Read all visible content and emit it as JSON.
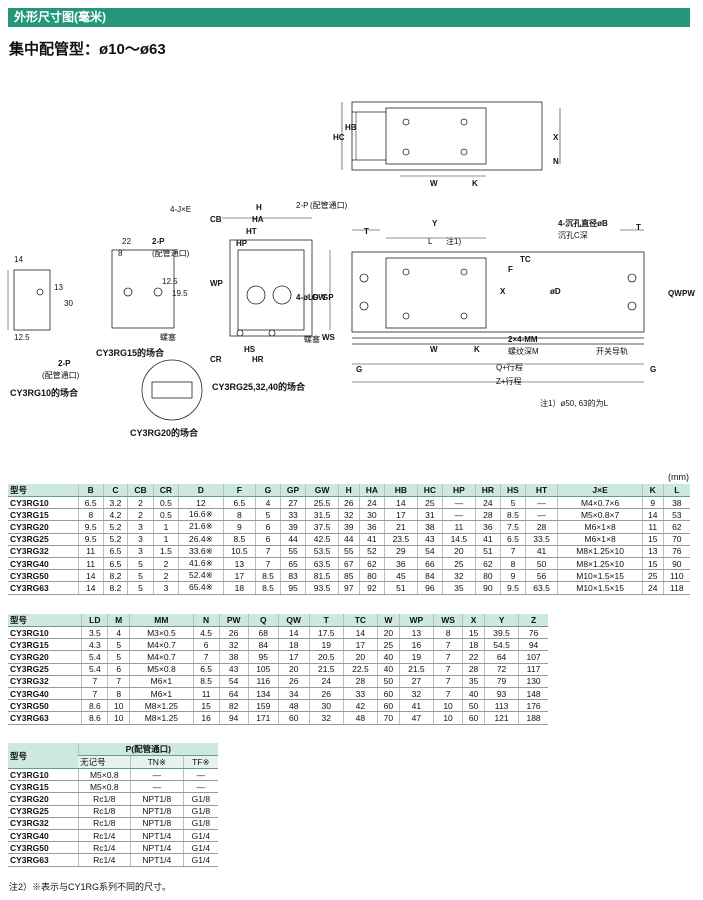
{
  "header": {
    "section_title": "外形尺寸图(毫米)",
    "subtitle": "集中配管型：ø10～ø63"
  },
  "drawing": {
    "labels": {
      "hc": "HC",
      "hb": "HB",
      "x": "X",
      "n": "N",
      "w": "W",
      "k": "K",
      "four_jxe": "4-J×E",
      "h": "H",
      "cb": "CB",
      "ha": "HA",
      "ht": "HT",
      "hp": "HP",
      "two_p": "2-P",
      "piping_port": "(配管通口)",
      "wp": "WP",
      "gw": "GW",
      "gp": "GP",
      "four_old": "4-øLD",
      "ws": "WS",
      "hs": "HS",
      "cr": "CR",
      "hr": "HR",
      "plug": "螺塞",
      "t": "T",
      "y": "Y",
      "l_note": "L",
      "note1_ref": "注1)",
      "tc": "TC",
      "f": "F",
      "od": "øD",
      "qw": "QW",
      "pw": "PW",
      "g": "G",
      "four_ob": "4-沉孔直径øB",
      "counterbore_c": "沉孔C深",
      "two_mm": "2×4-MM",
      "thread_m": "螺纹深M",
      "guide_rail": "开关导轨",
      "q_stroke": "Q+行程",
      "z_stroke": "Z+行程",
      "d14": "14",
      "d13": "13",
      "d30": "30",
      "d12_5": "12.5",
      "d22": "22",
      "d8": "8",
      "d12_5b": "12.5",
      "d19_5": "19.5"
    },
    "captions": {
      "cy3rg10": "CY3RG10的场合",
      "cy3rg15": "CY3RG15的场合",
      "cy3rg20": "CY3RG20的场合",
      "cy3rg25": "CY3RG25,32,40的场合"
    },
    "note1": "注1）ø50, 63的为L"
  },
  "unit": "(mm)",
  "table1": {
    "headers": [
      "型号",
      "B",
      "C",
      "CB",
      "CR",
      "D",
      "F",
      "G",
      "GP",
      "GW",
      "H",
      "HA",
      "HB",
      "HC",
      "HP",
      "HR",
      "HS",
      "HT",
      "J×E",
      "K",
      "L"
    ],
    "rows": [
      [
        "CY3RG10",
        "6.5",
        "3.2",
        "2",
        "0.5",
        "12",
        "6.5",
        "4",
        "27",
        "25.5",
        "26",
        "24",
        "14",
        "25",
        "—",
        "24",
        "5",
        "—",
        "M4×0.7×6",
        "9",
        "38"
      ],
      [
        "CY3RG15",
        "8",
        "4.2",
        "2",
        "0.5",
        "16.6※",
        "8",
        "5",
        "33",
        "31.5",
        "32",
        "30",
        "17",
        "31",
        "—",
        "28",
        "8.5",
        "—",
        "M5×0.8×7",
        "14",
        "53"
      ],
      [
        "CY3RG20",
        "9.5",
        "5.2",
        "3",
        "1",
        "21.6※",
        "9",
        "6",
        "39",
        "37.5",
        "39",
        "36",
        "21",
        "38",
        "11",
        "36",
        "7.5",
        "28",
        "M6×1×8",
        "11",
        "62"
      ],
      [
        "CY3RG25",
        "9.5",
        "5.2",
        "3",
        "1",
        "26.4※",
        "8.5",
        "6",
        "44",
        "42.5",
        "44",
        "41",
        "23.5",
        "43",
        "14.5",
        "41",
        "6.5",
        "33.5",
        "M6×1×8",
        "15",
        "70"
      ],
      [
        "CY3RG32",
        "11",
        "6.5",
        "3",
        "1.5",
        "33.6※",
        "10.5",
        "7",
        "55",
        "53.5",
        "55",
        "52",
        "29",
        "54",
        "20",
        "51",
        "7",
        "41",
        "M8×1.25×10",
        "13",
        "76"
      ],
      [
        "CY3RG40",
        "11",
        "6.5",
        "5",
        "2",
        "41.6※",
        "13",
        "7",
        "65",
        "63.5",
        "67",
        "62",
        "36",
        "66",
        "25",
        "62",
        "8",
        "50",
        "M8×1.25×10",
        "15",
        "90"
      ],
      [
        "CY3RG50",
        "14",
        "8.2",
        "5",
        "2",
        "52.4※",
        "17",
        "8.5",
        "83",
        "81.5",
        "85",
        "80",
        "45",
        "84",
        "32",
        "80",
        "9",
        "56",
        "M10×1.5×15",
        "25",
        "110"
      ],
      [
        "CY3RG63",
        "14",
        "8.2",
        "5",
        "3",
        "65.4※",
        "18",
        "8.5",
        "95",
        "93.5",
        "97",
        "92",
        "51",
        "96",
        "35",
        "90",
        "9.5",
        "63.5",
        "M10×1.5×15",
        "24",
        "118"
      ]
    ]
  },
  "table2": {
    "headers": [
      "型号",
      "LD",
      "M",
      "MM",
      "N",
      "PW",
      "Q",
      "QW",
      "T",
      "TC",
      "W",
      "WP",
      "WS",
      "X",
      "Y",
      "Z"
    ],
    "rows": [
      [
        "CY3RG10",
        "3.5",
        "4",
        "M3×0.5",
        "4.5",
        "26",
        "68",
        "14",
        "17.5",
        "14",
        "20",
        "13",
        "8",
        "15",
        "39.5",
        "76"
      ],
      [
        "CY3RG15",
        "4.3",
        "5",
        "M4×0.7",
        "6",
        "32",
        "84",
        "18",
        "19",
        "17",
        "25",
        "16",
        "7",
        "18",
        "54.5",
        "94"
      ],
      [
        "CY3RG20",
        "5.4",
        "5",
        "M4×0.7",
        "7",
        "38",
        "95",
        "17",
        "20.5",
        "20",
        "40",
        "19",
        "7",
        "22",
        "64",
        "107"
      ],
      [
        "CY3RG25",
        "5.4",
        "6",
        "M5×0.8",
        "6.5",
        "43",
        "105",
        "20",
        "21.5",
        "22.5",
        "40",
        "21.5",
        "7",
        "28",
        "72",
        "117"
      ],
      [
        "CY3RG32",
        "7",
        "7",
        "M6×1",
        "8.5",
        "54",
        "116",
        "26",
        "24",
        "28",
        "50",
        "27",
        "7",
        "35",
        "79",
        "130"
      ],
      [
        "CY3RG40",
        "7",
        "8",
        "M6×1",
        "11",
        "64",
        "134",
        "34",
        "26",
        "33",
        "60",
        "32",
        "7",
        "40",
        "93",
        "148"
      ],
      [
        "CY3RG50",
        "8.6",
        "10",
        "M8×1.25",
        "15",
        "82",
        "159",
        "48",
        "30",
        "42",
        "60",
        "41",
        "10",
        "50",
        "113",
        "176"
      ],
      [
        "CY3RG63",
        "8.6",
        "10",
        "M8×1.25",
        "16",
        "94",
        "171",
        "60",
        "32",
        "48",
        "70",
        "47",
        "10",
        "60",
        "121",
        "188"
      ]
    ]
  },
  "table3": {
    "model_header": "型号",
    "group_header": "P(配管通口)",
    "sub_headers": [
      "无记号",
      "TN※",
      "TF※"
    ],
    "rows": [
      [
        "CY3RG10",
        "M5×0.8",
        "—",
        "—"
      ],
      [
        "CY3RG15",
        "M5×0.8",
        "—",
        "—"
      ],
      [
        "CY3RG20",
        "Rc1/8",
        "NPT1/8",
        "G1/8"
      ],
      [
        "CY3RG25",
        "Rc1/8",
        "NPT1/8",
        "G1/8"
      ],
      [
        "CY3RG32",
        "Rc1/8",
        "NPT1/8",
        "G1/8"
      ],
      [
        "CY3RG40",
        "Rc1/4",
        "NPT1/4",
        "G1/4"
      ],
      [
        "CY3RG50",
        "Rc1/4",
        "NPT1/4",
        "G1/4"
      ],
      [
        "CY3RG63",
        "Rc1/4",
        "NPT1/4",
        "G1/4"
      ]
    ]
  },
  "note2": "注2）※表示与CY1RG系列不同的尺寸。"
}
